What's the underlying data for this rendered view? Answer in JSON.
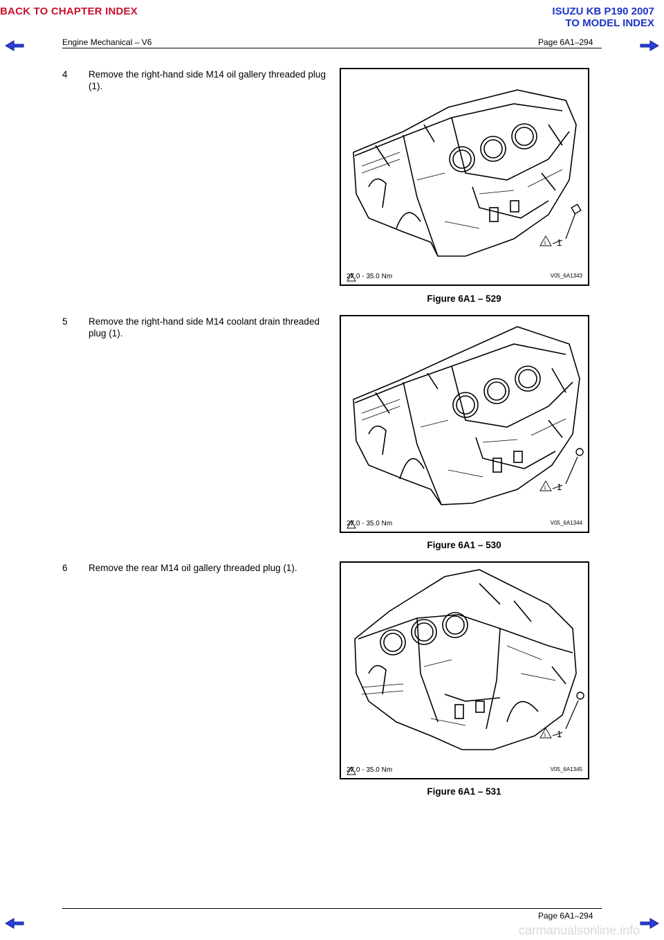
{
  "header": {
    "back_link": "BACK TO CHAPTER INDEX",
    "model_line1": "ISUZU KB P190 2007",
    "model_line2": "TO MODEL INDEX",
    "section": "Engine Mechanical – V6",
    "page": "Page 6A1–294"
  },
  "footer": {
    "page": "Page 6A1–294",
    "watermark": "carmanualsonline.info"
  },
  "colors": {
    "back_link": "#c8102e",
    "model_link": "#1c33c9",
    "nav_arrow": "#2a3ed8"
  },
  "icons": [
    "prev-page-arrow-icon",
    "next-page-arrow-icon",
    "torque-triangle-icon"
  ],
  "steps": [
    {
      "number": "4",
      "text": "Remove the right-hand side M14 oil gallery threaded plug (1).",
      "figure": {
        "callout": "1",
        "torque_index": "1",
        "torque": "27.0 - 35.0 Nm",
        "ref": "V05_6A1343",
        "caption": "Figure 6A1 – 529"
      }
    },
    {
      "number": "5",
      "text": "Remove the right-hand side M14 coolant drain threaded plug (1).",
      "figure": {
        "callout": "1",
        "torque_index": "1",
        "torque": "27.0 - 35.0 Nm",
        "ref": "V05_6A1344",
        "caption": "Figure 6A1 – 530"
      }
    },
    {
      "number": "6",
      "text": "Remove the rear M14 oil gallery threaded plug (1).",
      "figure": {
        "callout": "1",
        "torque_index": "1",
        "torque": "27.0 - 35.0 Nm",
        "ref": "V05_6A1345",
        "caption": "Figure 6A1 – 531"
      }
    }
  ]
}
